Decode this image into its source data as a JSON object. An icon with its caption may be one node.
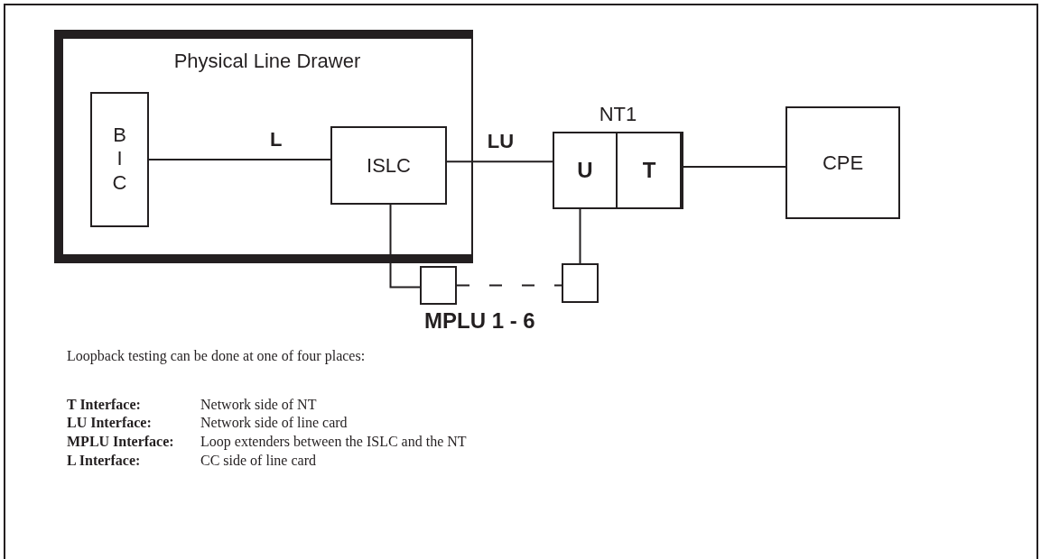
{
  "diagram": {
    "nodes": [
      {
        "text": [
          "Physical Line Drawer"
        ]
      },
      {
        "text": [
          "B I C"
        ],
        "in": 0
      },
      {
        "text": [
          "ISLC"
        ],
        "in": 0
      },
      {
        "text": [
          "NT1"
        ]
      },
      {
        "text": [
          "U"
        ],
        "in": 3
      },
      {
        "text": [
          "T"
        ],
        "in": 3
      },
      {
        "text": [
          "CPE"
        ]
      },
      {
        "text": [],
        "shape": "box"
      },
      {
        "text": [],
        "shape": "box"
      }
    ],
    "edges": [
      {
        "from": 1,
        "to": 2,
        "arrow": "none",
        "label": "L"
      },
      {
        "from": 2,
        "to": 4,
        "arrow": "none",
        "label": "LU"
      },
      {
        "from": 5,
        "to": 6,
        "arrow": "none"
      },
      {
        "from": 2,
        "to": 7,
        "arrow": "none"
      },
      {
        "from": 7,
        "to": 8,
        "arrow": "none",
        "style": "dashed"
      },
      {
        "from": 4,
        "to": 8,
        "arrow": "none"
      }
    ],
    "labels": [
      "MPLU 1 - 6",
      "Loopback testing can be done at one of four places:",
      "T Interface:",
      "Network side of NT",
      "LU Interface:",
      "Network side of line card",
      "MPLU Interface:",
      "Loop extenders between the ISLC and the NT",
      "L Interface:",
      "CC side of line card"
    ]
  }
}
